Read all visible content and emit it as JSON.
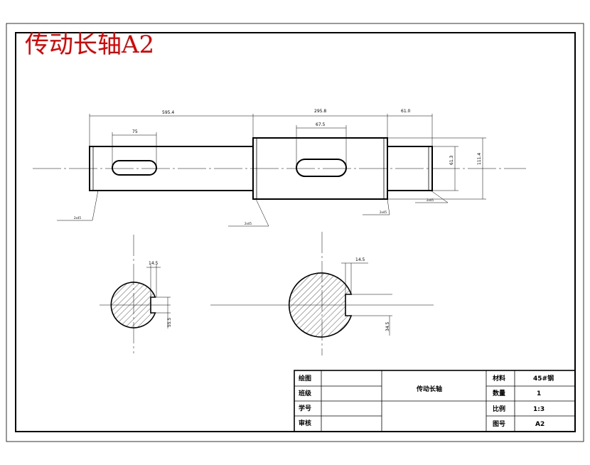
{
  "drawing": {
    "title": "传动长轴A2",
    "colors": {
      "title": "#e00000",
      "line": "#000000"
    }
  },
  "dimensions": {
    "len_left": "595.4",
    "len_mid": "295.8",
    "len_right": "61.0",
    "key_left": "75",
    "key_mid": "67.5",
    "dia_small": "61.3",
    "dia_large": "111.4",
    "chamfer_a": "2x45",
    "chamfer_b": "2x45",
    "chamfer_c": "2x45",
    "chamfer_d": "2x45",
    "sec_left_width": "14.5",
    "sec_left_depth": "55.5",
    "sec_right_width": "14.5",
    "sec_right_depth": "34.5"
  },
  "title_block": {
    "row_labels": [
      "绘图",
      "班级",
      "学号",
      "审核"
    ],
    "part_name": "传动长轴",
    "fields": [
      {
        "label": "材料",
        "value": "45#钢"
      },
      {
        "label": "数量",
        "value": "1"
      },
      {
        "label": "比例",
        "value": "1:3"
      },
      {
        "label": "图号",
        "value": "A2"
      }
    ]
  }
}
